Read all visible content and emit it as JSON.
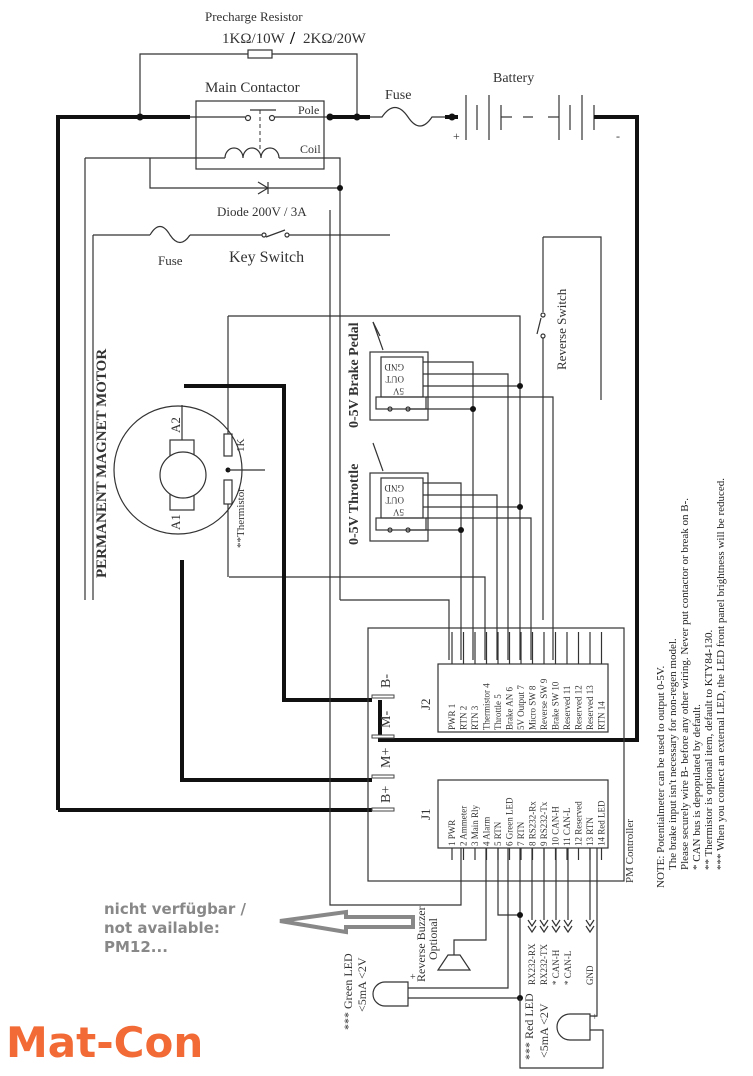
{
  "precharge": {
    "title": "Precharge Resistor",
    "value_a": "1KΩ/10W",
    "sep": "/",
    "value_b": "2KΩ/20W"
  },
  "contactor": {
    "title": "Main Contactor",
    "pole": "Pole",
    "coil": "Coil"
  },
  "fuse_main": "Fuse",
  "battery": {
    "title": "Battery",
    "plus": "+",
    "minus": "-"
  },
  "diode": "Diode  200V / 3A",
  "fuse_key": "Fuse",
  "key_switch": "Key Switch",
  "reverse_switch": "Reverse Switch",
  "brake_pedal": {
    "title": "0-5V Brake Pedal",
    "pins": [
      "GND",
      "OUT",
      "5V"
    ]
  },
  "throttle": {
    "title": "0-5V  Throttle",
    "pins": [
      "GND",
      "OUT",
      "5V"
    ]
  },
  "motor": {
    "title": "PERMANENT MAGNET MOTOR",
    "a1": "A1",
    "a2": "A2",
    "r1k": "1K",
    "thermistor": "**Thermistor"
  },
  "power_terminals": [
    "B-",
    "M-",
    "M+",
    "B+"
  ],
  "j2": {
    "label": "J2",
    "pins": [
      "PWR  1",
      "RTN  2",
      "RTN  3",
      "Thermistor 4",
      "Throttle  5",
      "Brake AN  6",
      "5V Output  7",
      "Micro SW  8",
      "Reverse SW  9",
      "Brake SW 10",
      "Reserved  11",
      "Reserved  12",
      "Reserved  13",
      "RTN  14"
    ]
  },
  "j1": {
    "label": "J1",
    "pins": [
      "1  PWR",
      "2  Ammeter",
      "3  Main Rly",
      "4  Alarm",
      "5  RTN",
      "6  Green LED",
      "7  RTN",
      "8  RS232-Rx",
      "9  RS232-Tx",
      "10  CAN-H",
      "11  CAN-L",
      "12  Reserved",
      "13  RTN",
      "14  Red LED"
    ]
  },
  "controller": "PM Controller",
  "buzzer": {
    "line1": "Reverse Buzzer",
    "line2": "Optional"
  },
  "green_led": {
    "line1": "*** Green LED",
    "line2": "<5mA  <2V"
  },
  "red_led": {
    "line1": "*** Red LED",
    "line2": "<5mA  <2V"
  },
  "bus": [
    "RX232-RX",
    "RX232-TX",
    "* CAN-H",
    "* CAN-L",
    "GND"
  ],
  "unavailable": {
    "line1": "nicht verfügbar /",
    "line2": "not available:",
    "line3": "PM12..."
  },
  "notes": [
    "NOTE: Potentialmeter can be used to output 0-5V.",
    "The brake input isn't necessary for non-regen model.",
    "Please securely wire B- before any other wiring. Never put contactor or break on B-.",
    "* CAN bus is depopulated by default.",
    "** Thermistor is optional item, default to KTY84-130.",
    "*** When you connect an external LED, the LED front panel brightness will be reduced."
  ],
  "brand": {
    "name": "Mat-Con",
    "color": "#f26a35"
  }
}
